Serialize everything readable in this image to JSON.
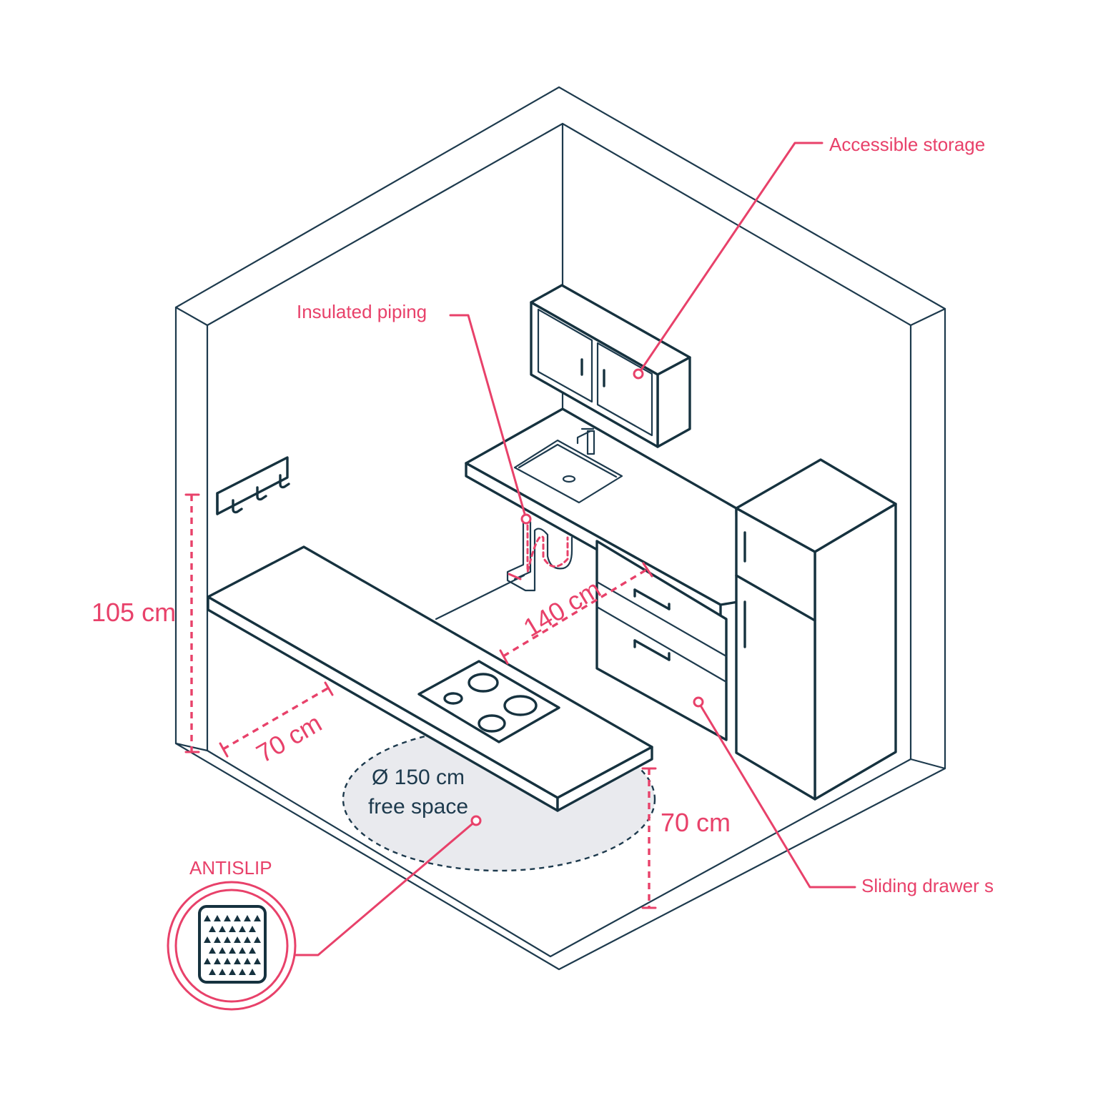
{
  "labels": {
    "accessible_storage": "Accessible storage",
    "insulated_piping": "Insulated piping",
    "sliding_drawers": "Sliding drawer s",
    "antislip": "ANTISLIP"
  },
  "dimensions": {
    "counter_height": "105 cm",
    "left_clearance": "70 cm",
    "aisle_width": "140 cm",
    "front_clearance": "70 cm"
  },
  "free_space": {
    "line1": "Ø 150 cm",
    "line2": "free space"
  },
  "colors": {
    "accent": "#e8416a",
    "outline": "#1d3a4d",
    "free_space_fill": "#e9eaee"
  },
  "icons": [
    "antislip-mat-icon",
    "wall-hook-icon",
    "faucet-icon",
    "cooktop-icon"
  ]
}
